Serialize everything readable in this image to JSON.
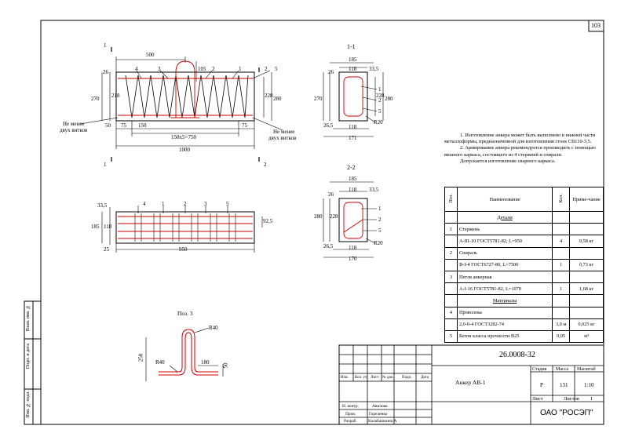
{
  "sheet_number": "103",
  "side_stamp": [
    "Инв. № подл.",
    "Подп. и дата",
    "Взам. инв. №"
  ],
  "views": {
    "main_front": {
      "top_dims": [
        "500",
        "105"
      ],
      "left_dims": [
        "26",
        "270",
        "218"
      ],
      "right_dims": [
        "228",
        "280"
      ],
      "bottom_dims": [
        "50",
        "75",
        "150",
        "75",
        "150x5=750",
        "1000"
      ],
      "positions": [
        "4",
        "3",
        "2",
        "1",
        "2",
        "5"
      ],
      "section_marks": [
        "1",
        "1",
        "2",
        "2"
      ],
      "note_left": [
        "Не менее",
        "двух витков"
      ],
      "note_right": [
        "Не менее",
        "двух витков"
      ]
    },
    "main_top": {
      "left_dims": [
        "33,5",
        "185",
        "118"
      ],
      "right_dims": [
        "92,5"
      ],
      "bottom_dims": [
        "25",
        "950"
      ],
      "positions": [
        "4",
        "1",
        "2",
        "3",
        "5"
      ]
    },
    "section_1": {
      "title": "1-1",
      "top_dims": [
        "185",
        "118",
        "33,5"
      ],
      "left_dims": [
        "26",
        "270"
      ],
      "right_dims": [
        "228",
        "280"
      ],
      "bottom_dims": [
        "26,5",
        "118",
        "171"
      ],
      "positions": [
        "1",
        "2",
        "5"
      ],
      "radius": "R20"
    },
    "section_2": {
      "title": "2-2",
      "top_dims": [
        "185",
        "118",
        "33,5"
      ],
      "left_dims": [
        "26",
        "280",
        "228"
      ],
      "bottom_dims": [
        "26,5",
        "118",
        "170"
      ],
      "positions": [
        "1",
        "2",
        "5"
      ],
      "radius": "R20"
    },
    "poz3": {
      "title": "Поз. 3",
      "dims": [
        "R40",
        "R40",
        "180",
        "250",
        "50"
      ]
    }
  },
  "notes": [
    "1. Изготовление анкера может быть выполнено в нижней части металлоформы, предназначенной для изготовления стоек СВ110-3,5.",
    "2. Армирование анкера рекомендуется производить с помощью вязаного каркаса, состоящего из 4 стержней и спирали.",
    "Допускается изготовление сварного каркаса."
  ],
  "spec_table": {
    "headers": [
      "Поз.",
      "Наименование",
      "Кол.",
      "Приме-чание"
    ],
    "rows": [
      {
        "pos": "",
        "name": "Детали",
        "qty": "",
        "note": "",
        "section": true
      },
      {
        "pos": "1",
        "name": "Стержень",
        "qty": "",
        "note": ""
      },
      {
        "pos": "",
        "name": "А-III-10 ГОСТ5781-82, L=950",
        "qty": "4",
        "note": "0,58 кг"
      },
      {
        "pos": "2",
        "name": "Спираль",
        "qty": "",
        "note": ""
      },
      {
        "pos": "",
        "name": "В-I-4 ГОСТ6727-80, L=7500",
        "qty": "1",
        "note": "0,73 кг"
      },
      {
        "pos": "3",
        "name": "Петля анкерная",
        "qty": "",
        "note": ""
      },
      {
        "pos": "",
        "name": "А-I-16 ГОСТ5781-82, L=1070",
        "qty": "1",
        "note": "1,68 кг"
      },
      {
        "pos": "",
        "name": "Материалы",
        "qty": "",
        "note": "",
        "section": true
      },
      {
        "pos": "4",
        "name": "Проволока",
        "qty": "",
        "note": ""
      },
      {
        "pos": "",
        "name": "2,0-0-4 ГОСТ3282-74",
        "qty": "3,0 м",
        "note": "0,025 кг"
      },
      {
        "pos": "5",
        "name": "Бетон класса прочности В25",
        "qty": "0,05",
        "note": "м³"
      }
    ]
  },
  "title_block": {
    "doc_code": "26.0008-32",
    "item_name": "Анкер АВ-1",
    "col_headers": [
      "Изм.",
      "Кол. уч",
      "Лист",
      "№ док.",
      "Подп.",
      "Дата"
    ],
    "stage_label": "Стадия",
    "mass_label": "Масса",
    "scale_label": "Масштаб",
    "stage": "Р",
    "mass": "131",
    "scale": "1:10",
    "sheet_label": "Лист",
    "sheets_label": "Листов",
    "sheets": "1",
    "roles": [
      "Н. контр.",
      "Пров.",
      "Разраб."
    ],
    "names": [
      "Авилова",
      "Гореленко",
      "Калабашкина А"
    ],
    "company": "ОАО \"РОСЭП\""
  }
}
